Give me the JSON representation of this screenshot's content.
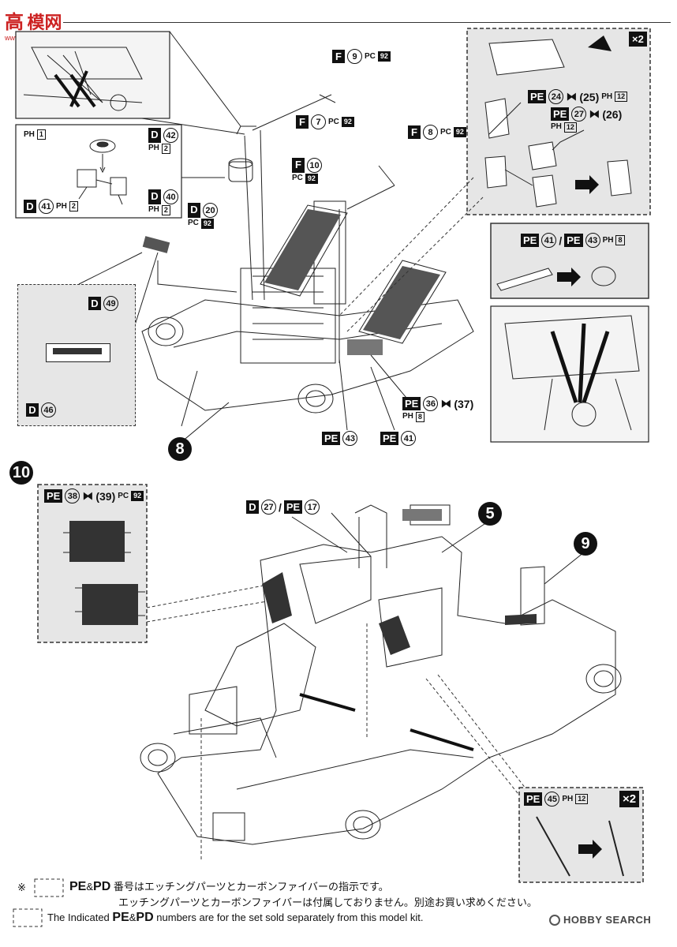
{
  "watermark_top": {
    "chars": "高",
    "text": "模网",
    "sub": "www.hmoxing.com"
  },
  "steps": {
    "eight": "8",
    "ten": "10",
    "five": "5",
    "nine": "9"
  },
  "labels": {
    "f9": {
      "letter": "F",
      "num": "9",
      "pc": "PC",
      "pc_num": "92"
    },
    "f7": {
      "letter": "F",
      "num": "7",
      "pc": "PC",
      "pc_num": "92"
    },
    "f8": {
      "letter": "F",
      "num": "8",
      "pc": "PC",
      "pc_num": "92"
    },
    "f10": {
      "letter": "F",
      "num": "10",
      "pc": "PC",
      "pc_num": "92"
    },
    "d20": {
      "letter": "D",
      "num": "20",
      "pc": "PC",
      "pc_num": "92"
    },
    "ph1": {
      "ph": "PH",
      "num": "1"
    },
    "d42": {
      "letter": "D",
      "num": "42",
      "ph": "PH",
      "ph_num": "2"
    },
    "d41": {
      "letter": "D",
      "num": "41",
      "ph": "PH",
      "ph_num": "2"
    },
    "d40": {
      "letter": "D",
      "num": "40",
      "ph": "PH",
      "ph_num": "2"
    },
    "d49": {
      "letter": "D",
      "num": "49"
    },
    "d46": {
      "letter": "D",
      "num": "46"
    },
    "pe24": {
      "pe": "PE",
      "a": "24",
      "b": "(25)",
      "ph": "PH",
      "ph_num": "12"
    },
    "pe27": {
      "pe": "PE",
      "a": "27",
      "b": "(26)",
      "ph": "PH",
      "ph_num": "12"
    },
    "pe41_43": {
      "pe": "PE",
      "a": "41",
      "sep": "/",
      "b": "43",
      "ph": "PH",
      "ph_num": "8"
    },
    "pe36": {
      "pe": "PE",
      "a": "36",
      "b": "(37)",
      "ph": "PH",
      "ph_num": "8"
    },
    "pe43": {
      "pe": "PE",
      "a": "43"
    },
    "pe41": {
      "pe": "PE",
      "a": "41"
    },
    "pe38": {
      "pe": "PE",
      "a": "38",
      "b": "(39)",
      "pc": "PC",
      "pc_num": "92"
    },
    "d27_pe17": {
      "letter": "D",
      "a": "27",
      "sep": "/",
      "pe": "PE",
      "b": "17"
    },
    "pe45": {
      "pe": "PE",
      "a": "45",
      "ph": "PH",
      "ph_num": "12"
    },
    "x2_top": "×2",
    "x2_bottom": "×2"
  },
  "footnote": {
    "mark": "※",
    "line1_pe": "PE",
    "line1_amp": "&",
    "line1_pd": "PD",
    "line1_rest": "番号はエッチングパーツとカーボンファイバーの指示です。",
    "line2": "エッチングパーツとカーボンファイバーは付属しておりません。別途お買い求めください。",
    "line3_pre": "The Indicated",
    "line3_pe": "PE",
    "line3_amp": "&",
    "line3_pd": "PD",
    "line3_rest": "numbers are for the set sold separately from this model kit."
  },
  "brand": {
    "name": "HOBBY SEARCH"
  }
}
